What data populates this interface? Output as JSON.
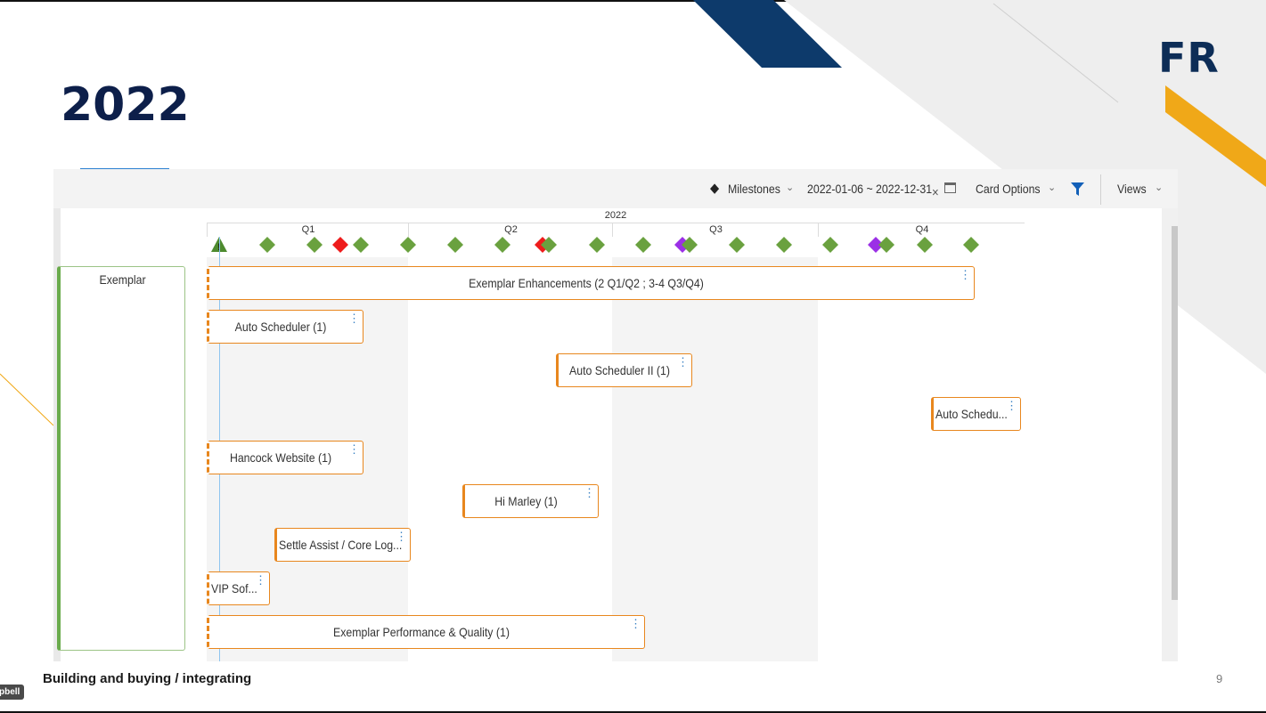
{
  "slide": {
    "logo_text": "FR",
    "year_title": "2022",
    "footer_text": "Building and buying / integrating",
    "page_number": "9",
    "presenter_badge": "pbell"
  },
  "toolbar": {
    "milestones_label": "Milestones",
    "date_range": "2022-01-06 ~ 2022-12-31",
    "clear_glyph": "×",
    "card_options_label": "Card Options",
    "views_label": "Views"
  },
  "timeline": {
    "year_label": "2022",
    "quarters": [
      "Q1",
      "Q2",
      "Q3",
      "Q4"
    ],
    "swimlane_label": "Exemplar",
    "milestone_colors": {
      "green": "#6aa13f",
      "red": "#ee1c1c",
      "purple": "#9b30e6",
      "warning": "#4d8a2e"
    },
    "milestones": [
      "warning",
      "green",
      "green",
      "red",
      "green",
      "green",
      "green",
      "green",
      "red",
      "green",
      "green",
      "green",
      "purple",
      "green",
      "green",
      "green",
      "green",
      "purple",
      "green",
      "green",
      "green"
    ],
    "cards": [
      {
        "label": "Exemplar Enhancements (2 Q1/Q2 ; 3-4 Q3/Q4)"
      },
      {
        "label": "Auto Scheduler (1)"
      },
      {
        "label": "Auto Scheduler II (1)"
      },
      {
        "label": "Auto Schedu..."
      },
      {
        "label": "Hancock Website (1)"
      },
      {
        "label": "Hi Marley (1)"
      },
      {
        "label": "Settle Assist / Core Log..."
      },
      {
        "label": "VIP Sof..."
      },
      {
        "label": "Exemplar Performance & Quality (1)"
      }
    ]
  },
  "colors": {
    "brand_navy": "#0d2d57",
    "accent_gold": "#f0a818",
    "card_orange": "#e8871e"
  }
}
